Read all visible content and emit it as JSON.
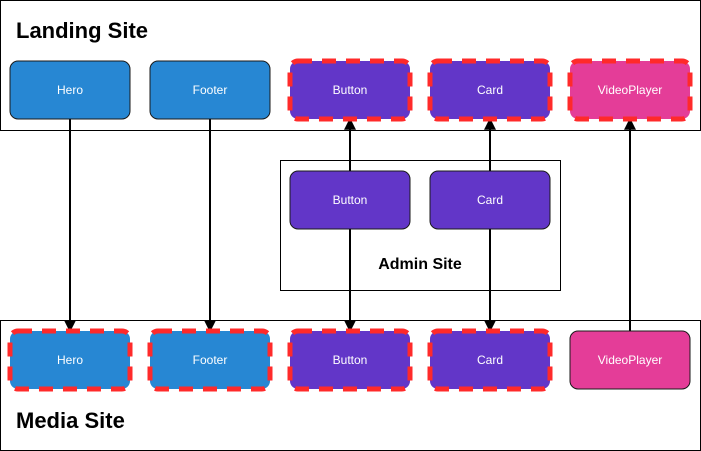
{
  "colors": {
    "blue": "#2787d3",
    "purple": "#6236c8",
    "pink": "#e43d98",
    "dash": "#ff2a2a",
    "border": "#000000"
  },
  "landing": {
    "title": "Landing Site",
    "nodes": [
      {
        "label": "Hero",
        "color": "blue",
        "dashed": false
      },
      {
        "label": "Footer",
        "color": "blue",
        "dashed": false
      },
      {
        "label": "Button",
        "color": "purple",
        "dashed": true
      },
      {
        "label": "Card",
        "color": "purple",
        "dashed": true
      },
      {
        "label": "VideoPlayer",
        "color": "pink",
        "dashed": true
      }
    ]
  },
  "admin": {
    "title": "Admin Site",
    "nodes": [
      {
        "label": "Button",
        "color": "purple",
        "dashed": false
      },
      {
        "label": "Card",
        "color": "purple",
        "dashed": false
      }
    ]
  },
  "media": {
    "title": "Media Site",
    "nodes": [
      {
        "label": "Hero",
        "color": "blue",
        "dashed": true
      },
      {
        "label": "Footer",
        "color": "blue",
        "dashed": true
      },
      {
        "label": "Button",
        "color": "purple",
        "dashed": true
      },
      {
        "label": "Card",
        "color": "purple",
        "dashed": true
      },
      {
        "label": "VideoPlayer",
        "color": "pink",
        "dashed": false
      }
    ]
  },
  "edges": [
    {
      "from": "landing.Hero",
      "to": "media.Hero"
    },
    {
      "from": "landing.Footer",
      "to": "media.Footer"
    },
    {
      "from": "admin.Button",
      "to": "landing.Button"
    },
    {
      "from": "admin.Button",
      "to": "media.Button"
    },
    {
      "from": "admin.Card",
      "to": "landing.Card"
    },
    {
      "from": "admin.Card",
      "to": "media.Card"
    },
    {
      "from": "media.VideoPlayer",
      "to": "landing.VideoPlayer"
    }
  ]
}
